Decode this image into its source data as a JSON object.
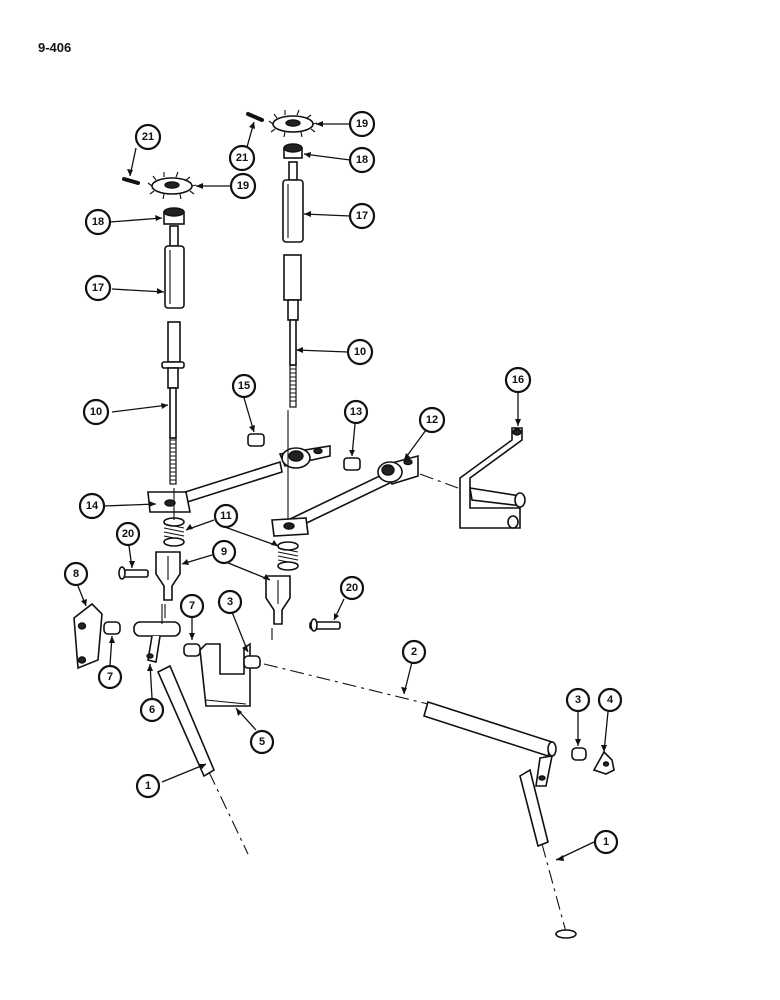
{
  "page": {
    "number": "9-406"
  },
  "callouts": [
    {
      "id": "c1a",
      "num": "1"
    },
    {
      "id": "c1b",
      "num": "1"
    },
    {
      "id": "c2",
      "num": "2"
    },
    {
      "id": "c3a",
      "num": "3"
    },
    {
      "id": "c3b",
      "num": "3"
    },
    {
      "id": "c4",
      "num": "4"
    },
    {
      "id": "c5",
      "num": "5"
    },
    {
      "id": "c6",
      "num": "6"
    },
    {
      "id": "c7a",
      "num": "7"
    },
    {
      "id": "c7b",
      "num": "7"
    },
    {
      "id": "c8",
      "num": "8"
    },
    {
      "id": "c9",
      "num": "9"
    },
    {
      "id": "c10a",
      "num": "10"
    },
    {
      "id": "c10b",
      "num": "10"
    },
    {
      "id": "c11",
      "num": "11"
    },
    {
      "id": "c12",
      "num": "12"
    },
    {
      "id": "c13",
      "num": "13"
    },
    {
      "id": "c14",
      "num": "14"
    },
    {
      "id": "c15",
      "num": "15"
    },
    {
      "id": "c16",
      "num": "16"
    },
    {
      "id": "c17a",
      "num": "17"
    },
    {
      "id": "c17b",
      "num": "17"
    },
    {
      "id": "c18a",
      "num": "18"
    },
    {
      "id": "c18b",
      "num": "18"
    },
    {
      "id": "c19a",
      "num": "19"
    },
    {
      "id": "c19b",
      "num": "19"
    },
    {
      "id": "c20a",
      "num": "20"
    },
    {
      "id": "c20b",
      "num": "20"
    },
    {
      "id": "c21a",
      "num": "21"
    },
    {
      "id": "c21b",
      "num": "21"
    }
  ]
}
